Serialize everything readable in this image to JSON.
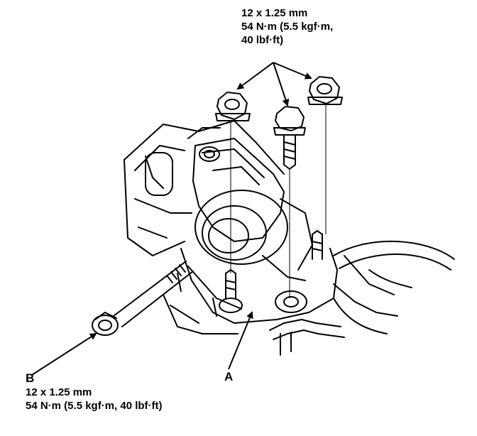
{
  "callouts": {
    "top_spec": {
      "line1": "12 x 1.25 mm",
      "line2": "54 N·m (5.5 kgf·m,",
      "line3": "40 lbf·ft)"
    },
    "bolt_b": {
      "letter": "B",
      "line1": "12 x 1.25 mm",
      "line2": "54 N·m (5.5 kgf·m, 40 lbf·ft)"
    },
    "part_a": {
      "letter": "A"
    }
  }
}
